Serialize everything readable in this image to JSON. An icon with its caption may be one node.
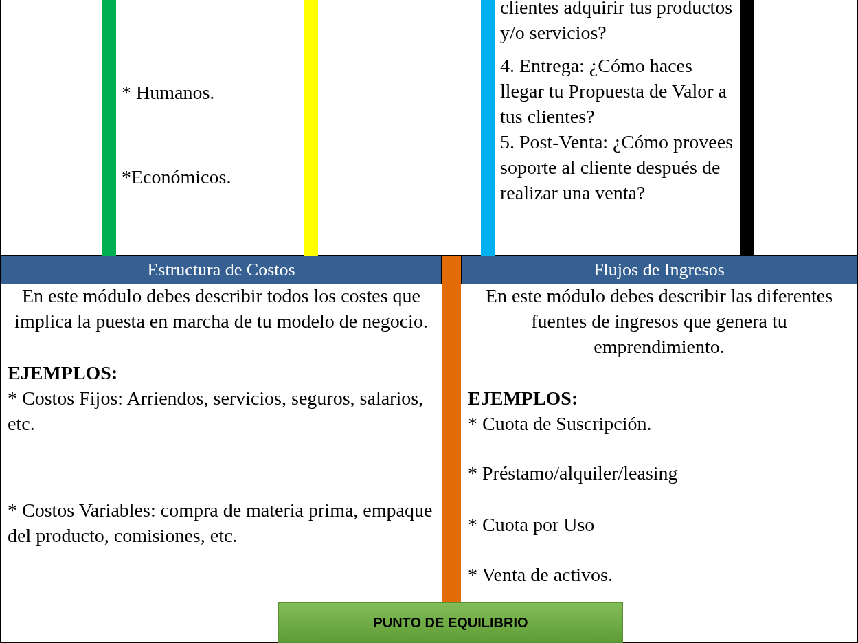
{
  "diagram": {
    "nodes": [
      {
        "text": [
          "* Humanos.",
          "*Económicos."
        ]
      },
      {
        "text": [
          "clientes adquirir tus productos y/o servicios?",
          "4. Entrega: ¿Cómo haces llegar tu Propuesta de Valor a tus clientes?",
          "5. Post-Venta: ¿Cómo provees soporte al cliente después de realizar una venta?"
        ]
      },
      {
        "text": [
          "Estructura de Costos",
          "En este módulo debes describir todos los costes que implica la puesta en marcha de tu modelo de negocio.",
          "EJEMPLOS:",
          "* Costos Fijos: Arriendos, servicios, seguros, salarios, etc.",
          "* Costos Variables: compra de materia prima, empaque del producto, comisiones, etc."
        ]
      },
      {
        "text": [
          "Flujos de Ingresos",
          "En este módulo debes describir las diferentes fuentes de ingresos que genera tu emprendimiento.",
          "EJEMPLOS:",
          "* Cuota de Suscripción.",
          "* Préstamo/alquiler/leasing",
          "* Cuota por Uso",
          "* Venta de activos."
        ]
      },
      {
        "text": [
          "PUNTO DE EQUILIBRIO"
        ]
      }
    ]
  }
}
